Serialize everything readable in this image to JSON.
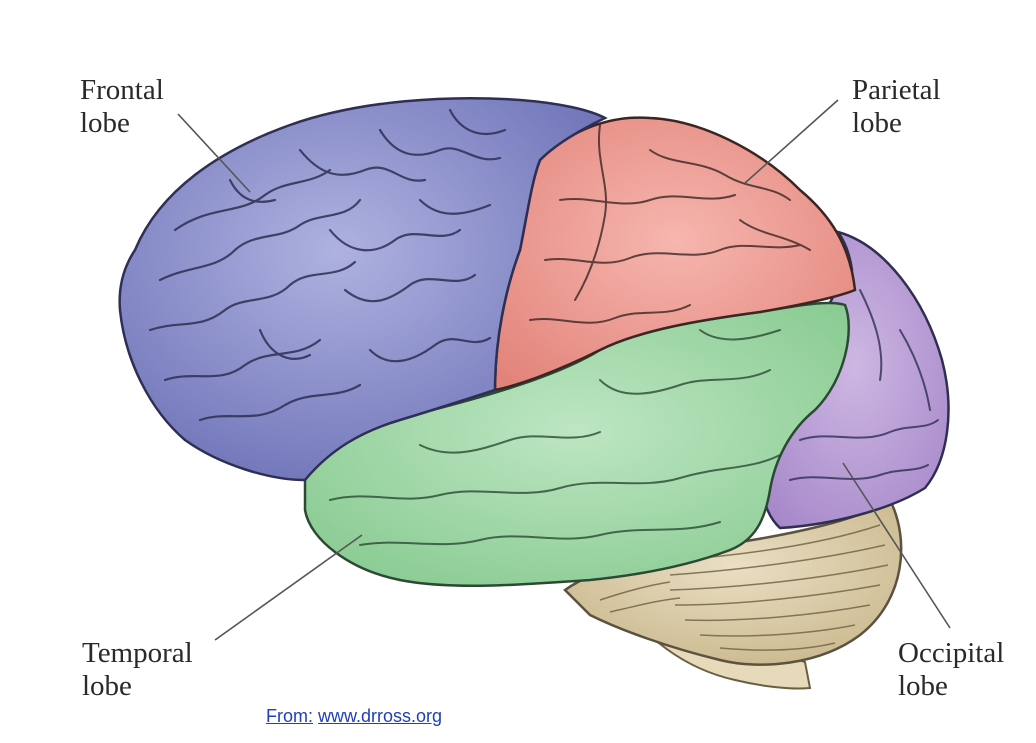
{
  "labels": {
    "frontal": {
      "line1": "Frontal",
      "line2": "lobe"
    },
    "parietal": {
      "line1": "Parietal",
      "line2": "lobe"
    },
    "temporal": {
      "line1": "Temporal",
      "line2": "lobe"
    },
    "occipital": {
      "line1": "Occipital",
      "line2": "lobe"
    }
  },
  "source": {
    "prefix": "From:",
    "link": "www.drross.org"
  },
  "colors": {
    "frontal": "#7d82c2",
    "parietal": "#ec9a92",
    "temporal": "#9ed6a6",
    "occipital": "#b79ad3",
    "cerebellum": "#d8c9a3",
    "brainstem": "#e3d6b6",
    "sulcus": "#2e2f52",
    "leader": "#555555",
    "link": "#1f3fbf"
  }
}
